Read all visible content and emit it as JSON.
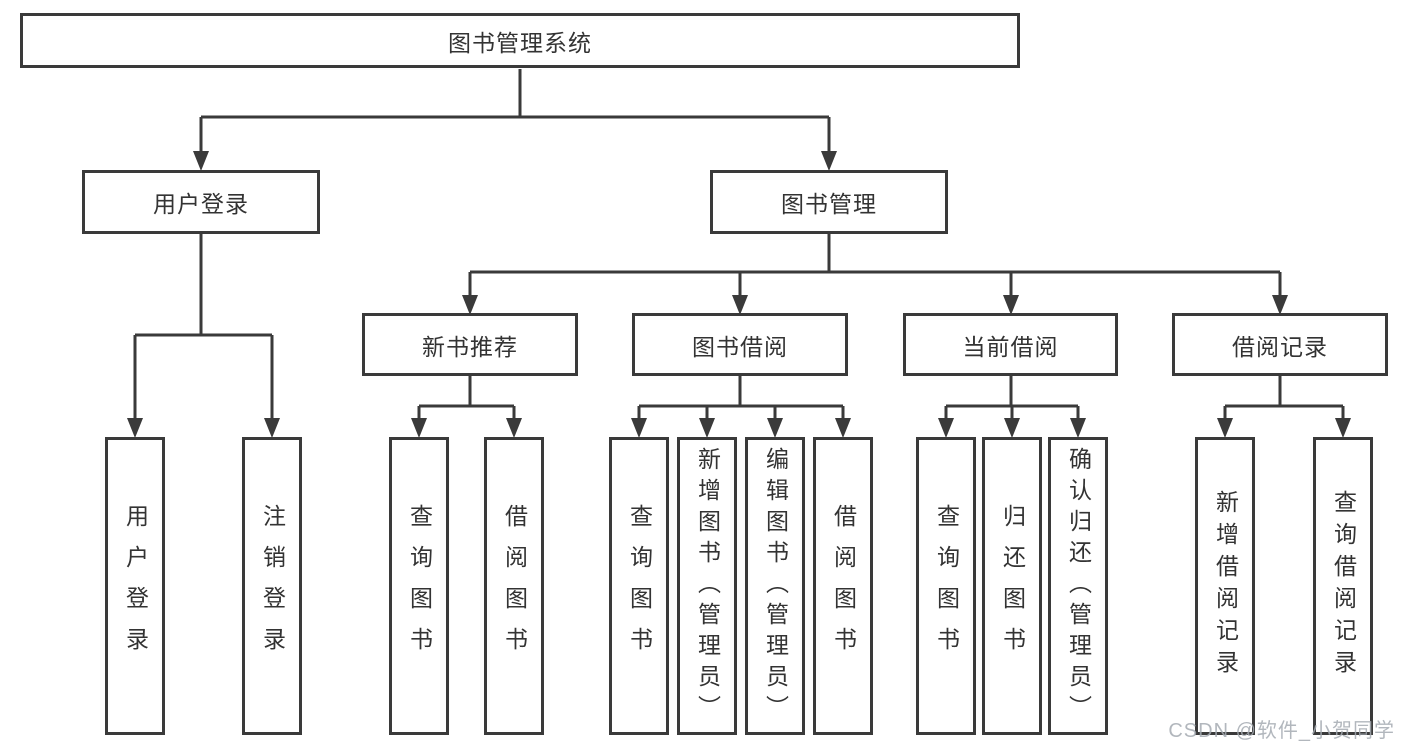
{
  "tree": {
    "root": "图书管理系统",
    "branches": [
      {
        "label": "用户登录",
        "children": [
          "用户登录",
          "注销登录"
        ]
      },
      {
        "label": "图书管理",
        "sections": [
          {
            "label": "新书推荐",
            "children": [
              "查询图书",
              "借阅图书"
            ]
          },
          {
            "label": "图书借阅",
            "children": [
              "查询图书",
              "新增图书（管理员）",
              "编辑图书（管理员）",
              "借阅图书"
            ]
          },
          {
            "label": "当前借阅",
            "children": [
              "查询图书",
              "归还图书",
              "确认归还（管理员）"
            ]
          },
          {
            "label": "借阅记录",
            "children": [
              "新增借阅记录",
              "查询借阅记录"
            ]
          }
        ]
      }
    ]
  },
  "watermark": "CSDN @软件_小贺同学",
  "colors": {
    "line": "#3a3a3a",
    "text": "#333333",
    "background": "#ffffff",
    "watermark": "#a5aab2"
  }
}
